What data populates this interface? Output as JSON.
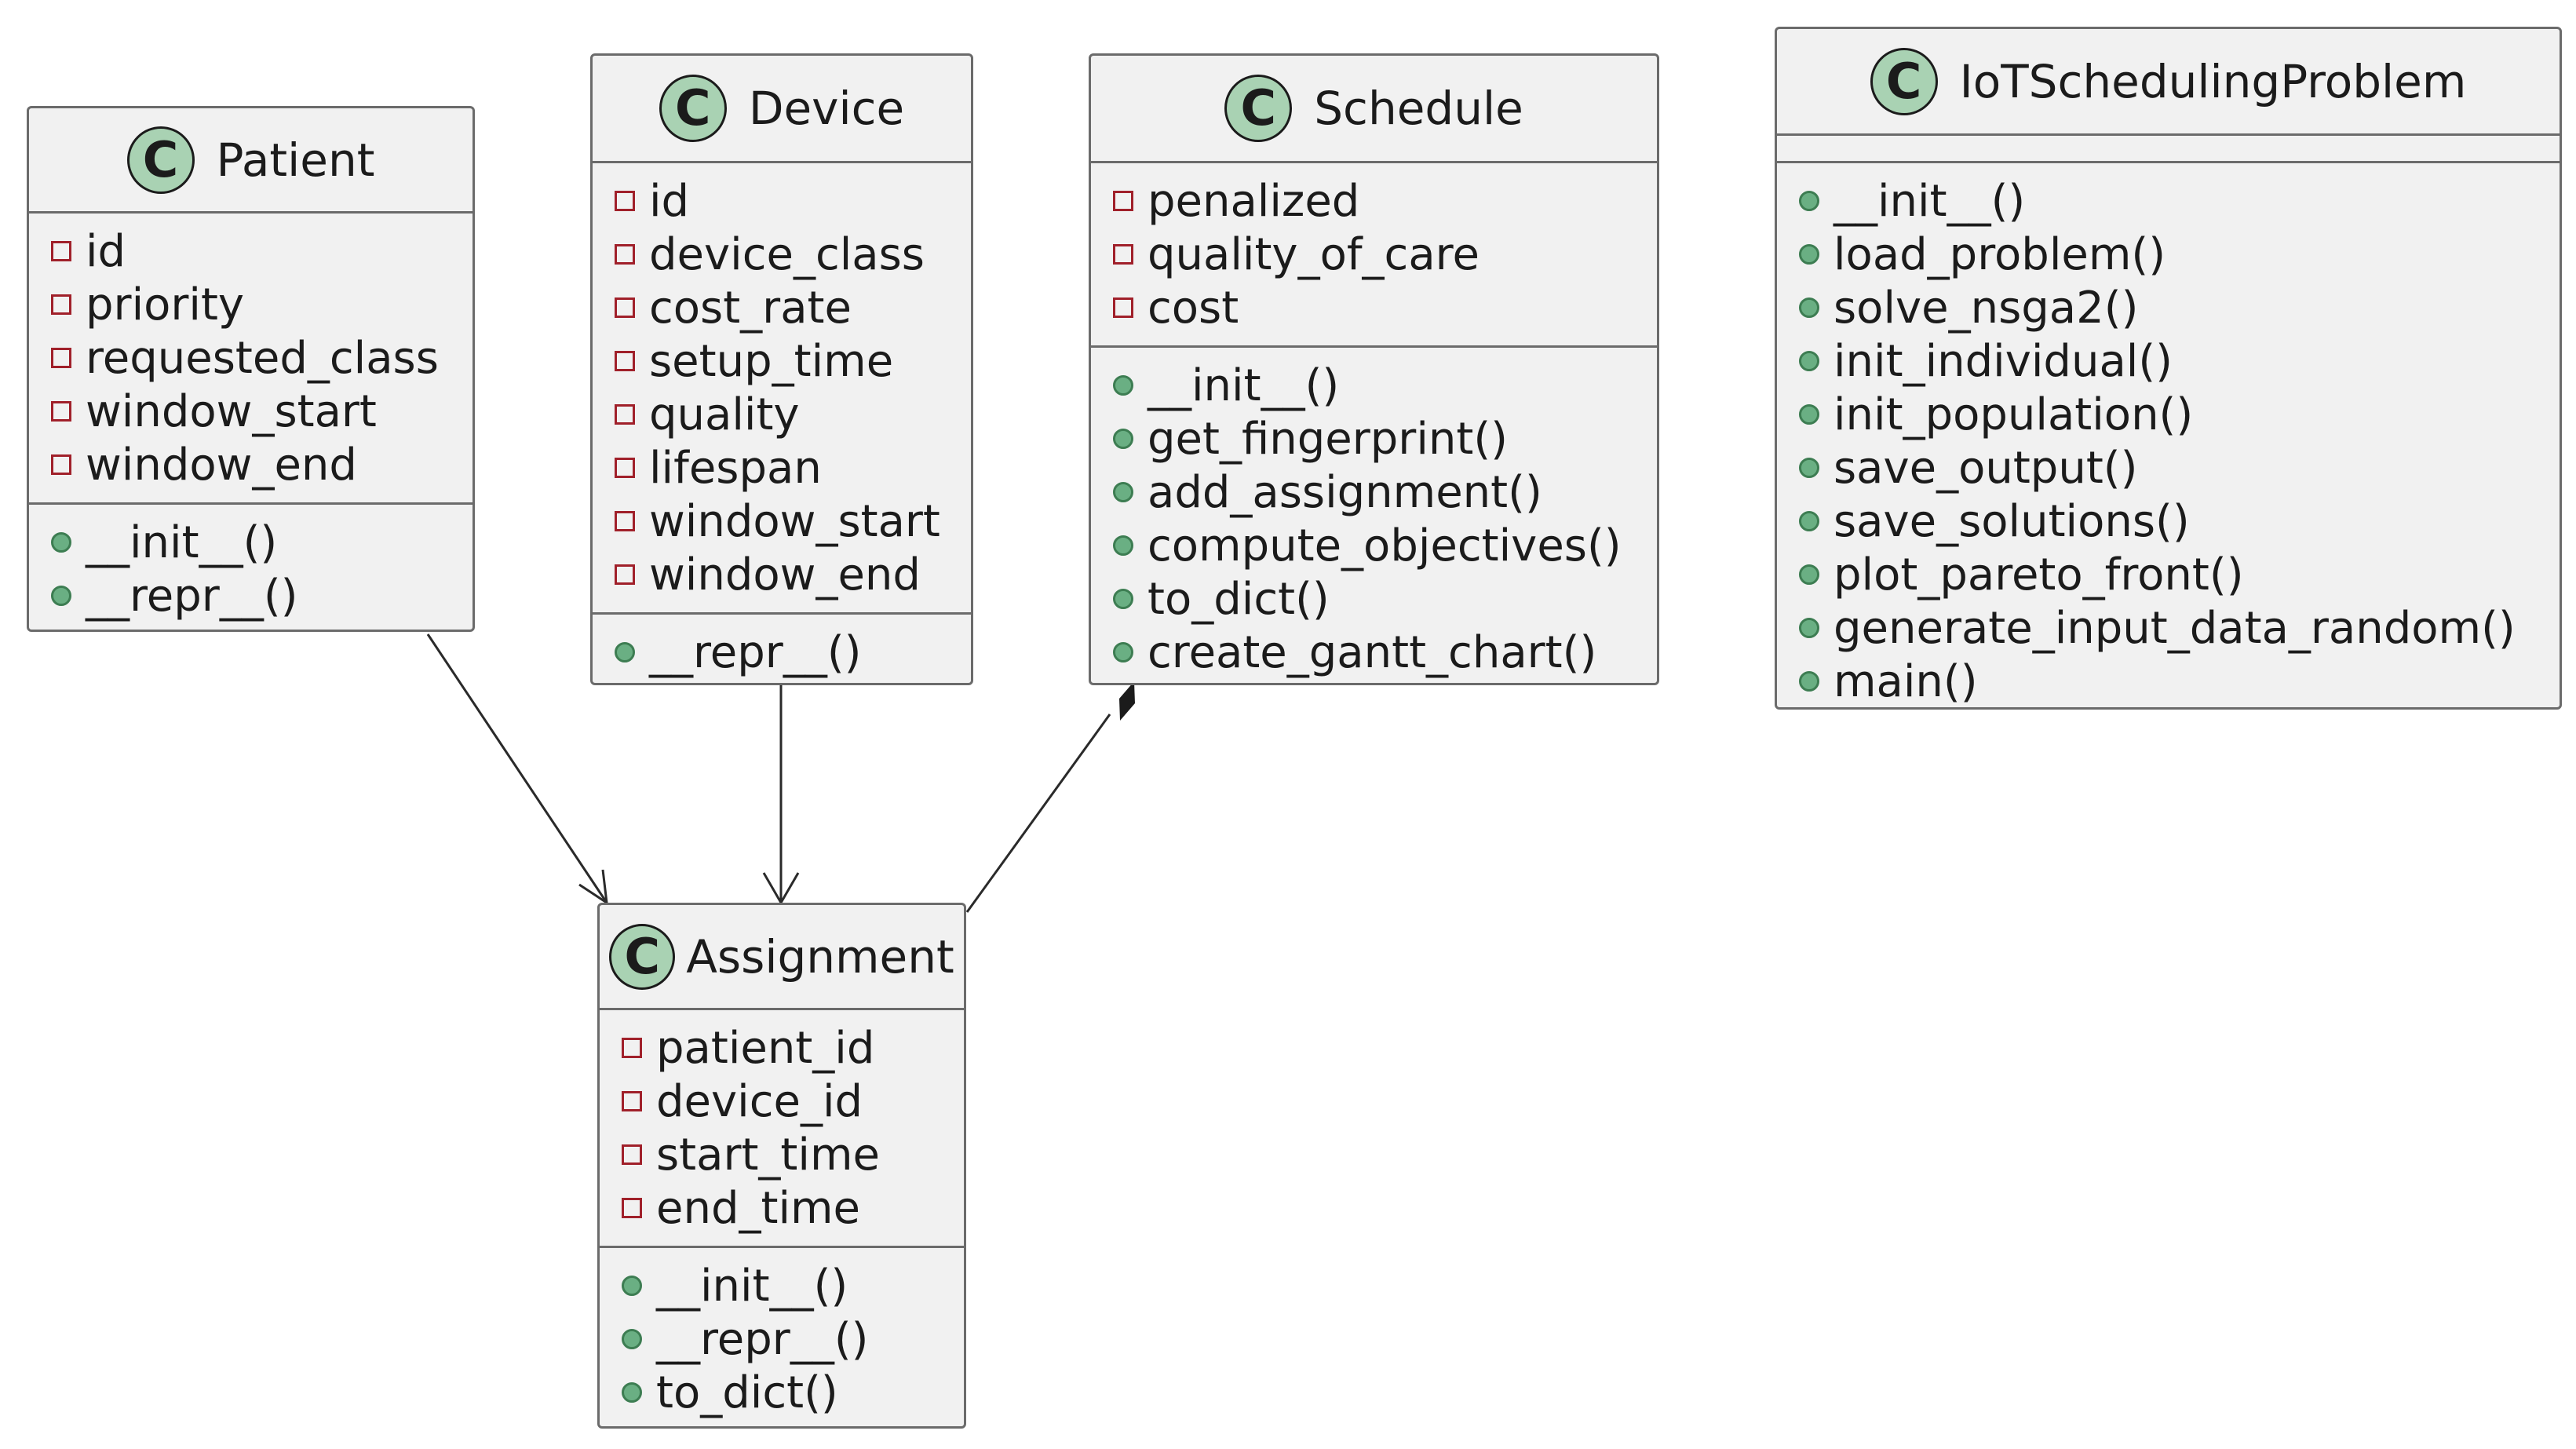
{
  "classes": {
    "patient": {
      "name": "Patient",
      "attributes": [
        "id",
        "priority",
        "requested_class",
        "window_start",
        "window_end"
      ],
      "operations": [
        "__init__()",
        "__repr__()"
      ]
    },
    "device": {
      "name": "Device",
      "attributes": [
        "id",
        "device_class",
        "cost_rate",
        "setup_time",
        "quality",
        "lifespan",
        "window_start",
        "window_end"
      ],
      "operations": [
        "__repr__()"
      ]
    },
    "schedule": {
      "name": "Schedule",
      "attributes": [
        "penalized",
        "quality_of_care",
        "cost"
      ],
      "operations": [
        "__init__()",
        "get_fingerprint()",
        "add_assignment()",
        "compute_objectives()",
        "to_dict()",
        "create_gantt_chart()"
      ]
    },
    "iot": {
      "name": "IoTSchedulingProblem",
      "attributes": [],
      "operations": [
        "__init__()",
        "load_problem()",
        "solve_nsga2()",
        "init_individual()",
        "init_population()",
        "save_output()",
        "save_solutions()",
        "plot_pareto_front()",
        "generate_input_data_random()",
        "main()"
      ]
    },
    "assignment": {
      "name": "Assignment",
      "attributes": [
        "patient_id",
        "device_id",
        "start_time",
        "end_time"
      ],
      "operations": [
        "__init__()",
        "__repr__()",
        "to_dict()"
      ]
    }
  },
  "class_badge_letter": "C",
  "relations": [
    {
      "from": "Patient",
      "to": "Assignment",
      "type": "association"
    },
    {
      "from": "Device",
      "to": "Assignment",
      "type": "association"
    },
    {
      "from": "Schedule",
      "to": "Assignment",
      "type": "composition"
    }
  ],
  "colors": {
    "box_fill": "#f1f1f1",
    "box_border": "#6b6b6b",
    "badge_fill": "#a9d2b3",
    "private_marker": "#a0202a",
    "public_marker": "#6aaf83"
  }
}
